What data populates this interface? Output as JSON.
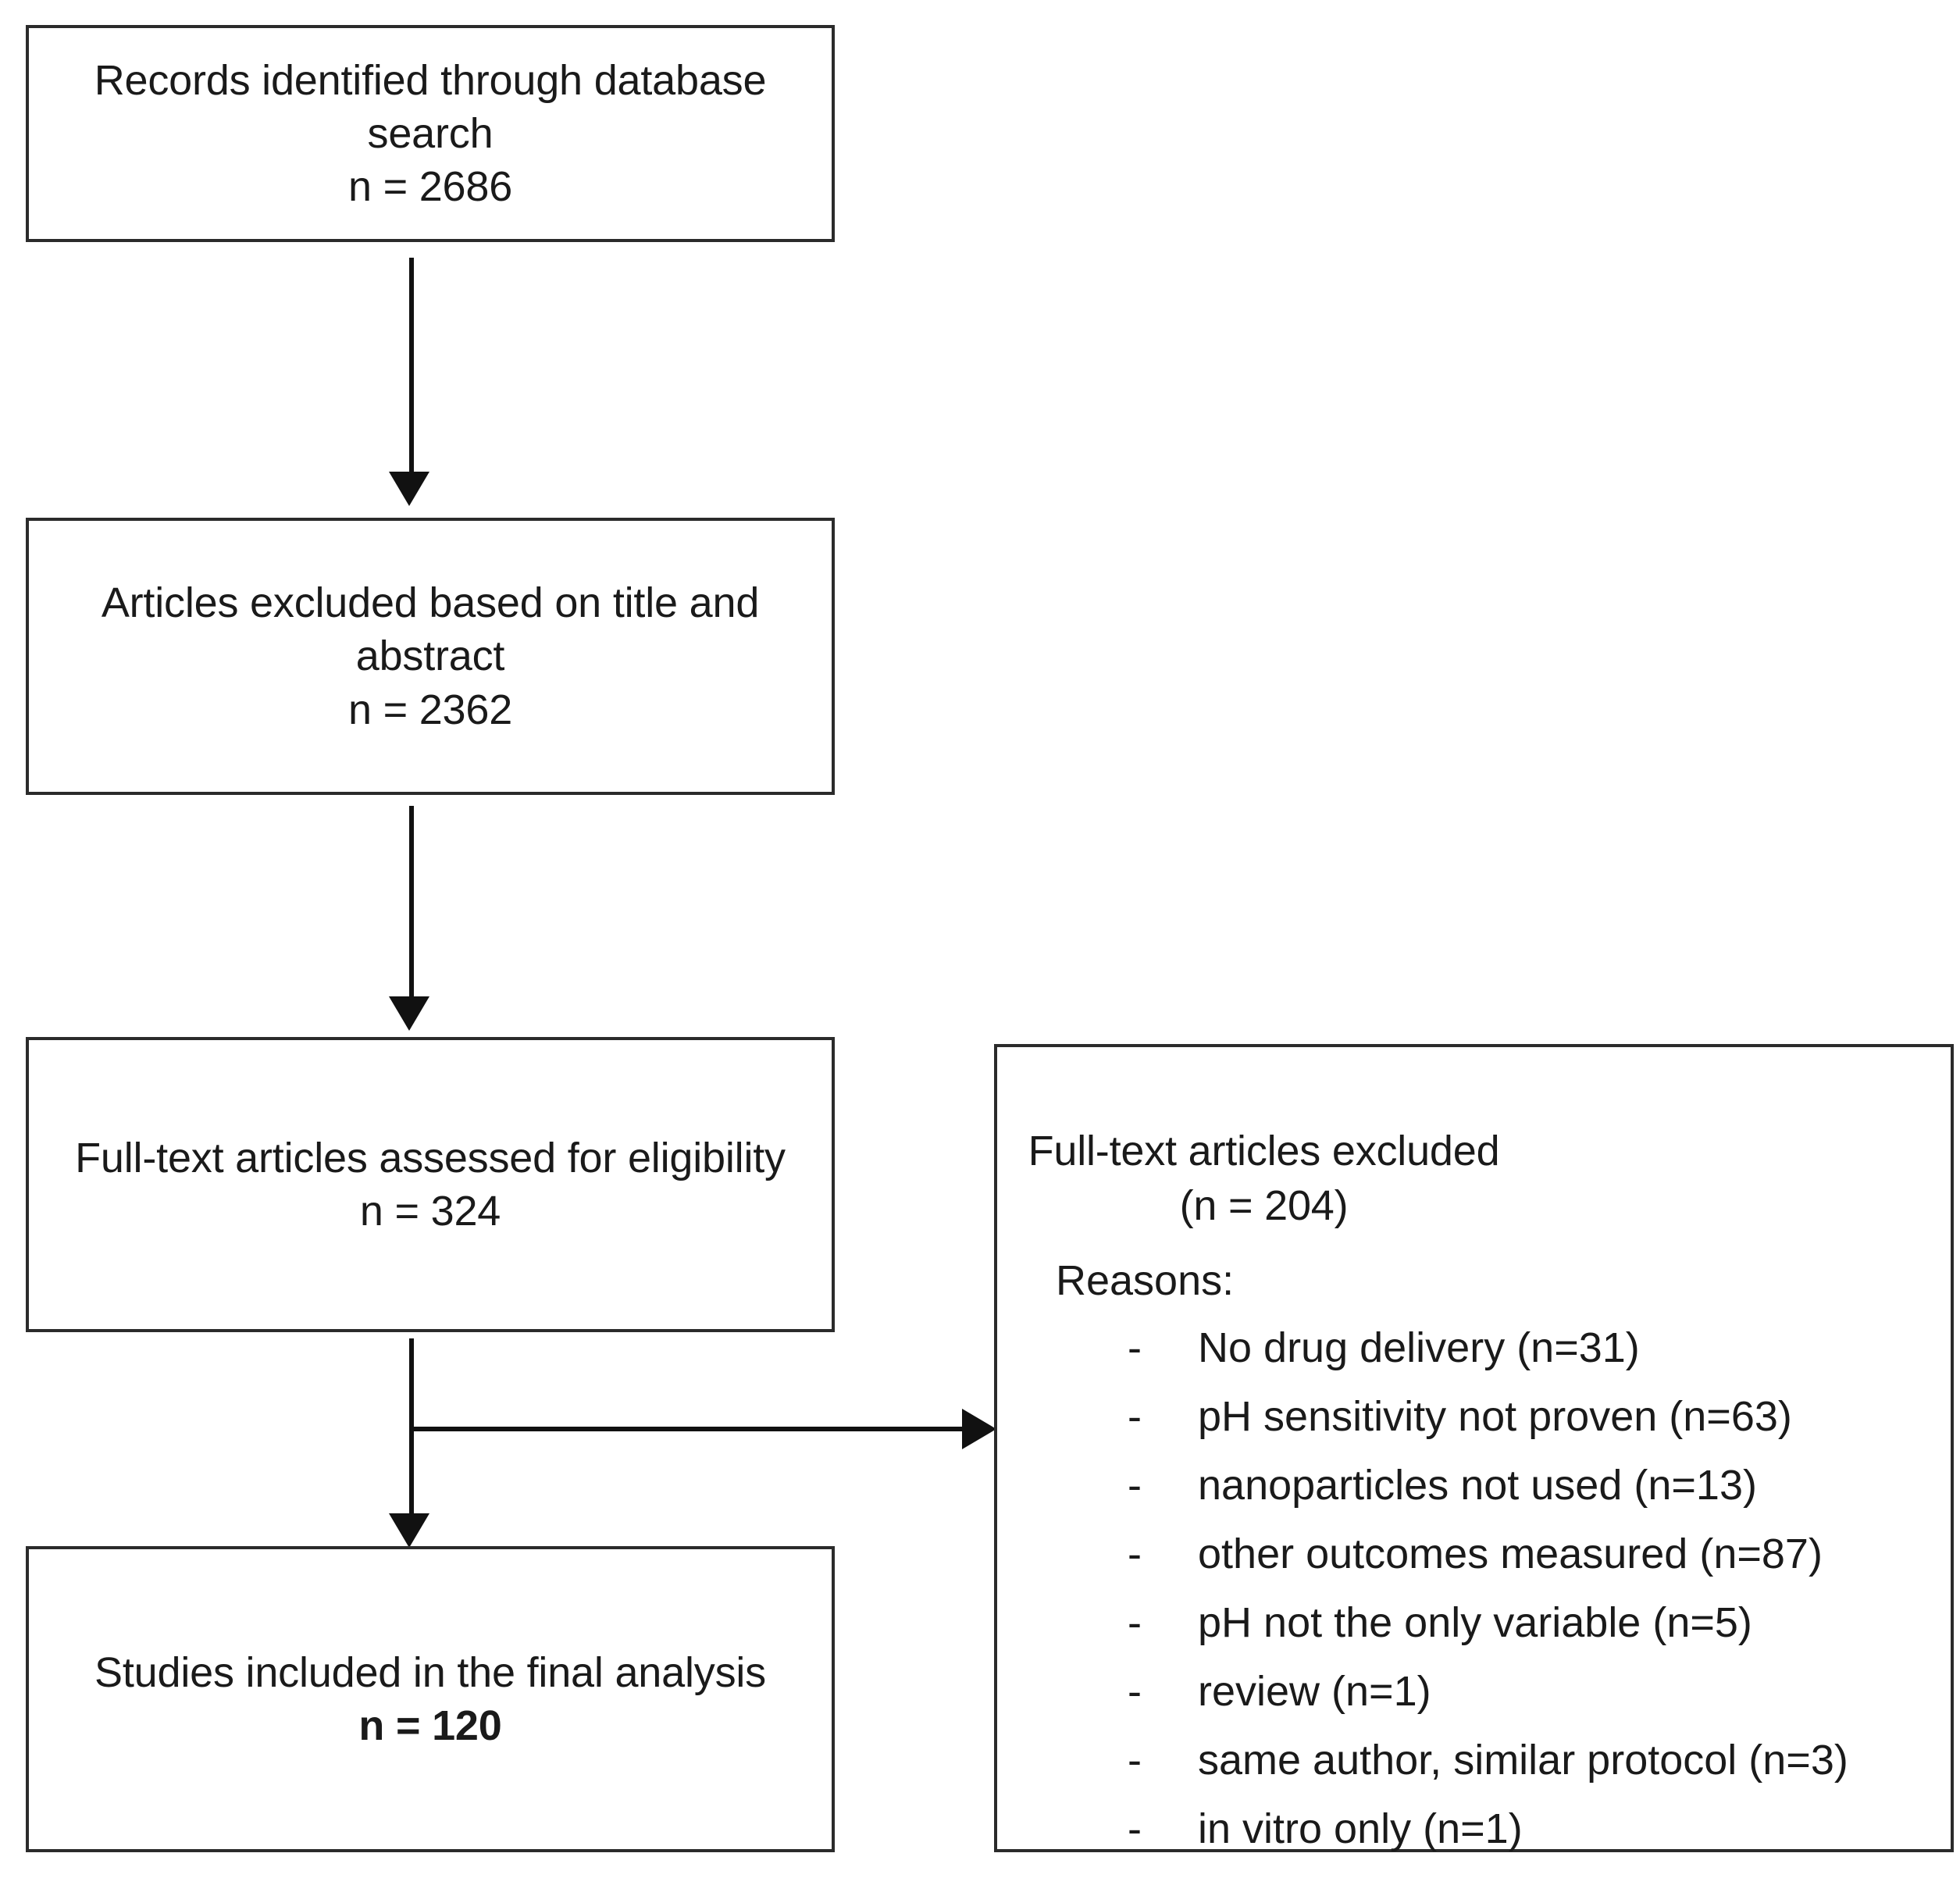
{
  "diagram": {
    "type": "prisma-flow-diagram",
    "boxes": [
      {
        "id": "identified",
        "lines": [
          "Records identified through database",
          "search",
          "n = 2686"
        ],
        "n": 2686
      },
      {
        "id": "excluded_title_abstract",
        "lines": [
          "Articles excluded based on title and",
          "abstract",
          "n = 2362"
        ],
        "n": 2362
      },
      {
        "id": "fulltext_assessed",
        "lines": [
          "Full-text articles assessed for eligibility",
          "n = 324"
        ],
        "n": 324
      },
      {
        "id": "studies_included",
        "lines": [
          "Studies included in the final analysis",
          "n = 120"
        ],
        "n": 120,
        "bold_last_line": true
      }
    ],
    "excluded_box": {
      "title": "Full-text articles excluded",
      "count_label": "(n = 204)",
      "n": 204,
      "reasons_label": "Reasons:",
      "bullet_glyph": "-",
      "reasons": [
        {
          "text": "No drug delivery (n=31)",
          "n": 31
        },
        {
          "text": "pH sensitivity not proven (n=63)",
          "n": 63
        },
        {
          "text": "nanoparticles not used (n=13)",
          "n": 13
        },
        {
          "text": "other outcomes measured (n=87)",
          "n": 87
        },
        {
          "text": "pH not the only variable (n=5)",
          "n": 5
        },
        {
          "text": "review (n=1)",
          "n": 1
        },
        {
          "text": "same author, similar protocol (n=3)",
          "n": 3
        },
        {
          "text": "in vitro only (n=1)",
          "n": 1
        }
      ]
    },
    "colors": {
      "box_border": "#2b2b2b",
      "connector": "#111111",
      "text": "#1a1a1a",
      "background": "#ffffff"
    }
  }
}
